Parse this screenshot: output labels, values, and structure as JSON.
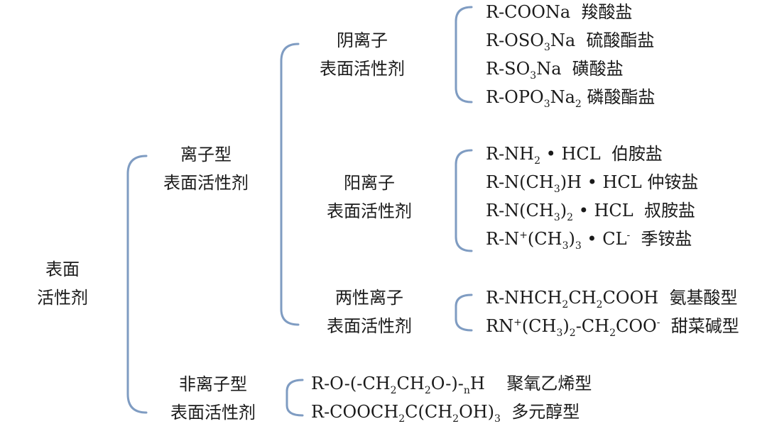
{
  "root": {
    "line1": "表面",
    "line2": "活性剂"
  },
  "ionic": {
    "line1": "离子型",
    "line2": "表面活性剂"
  },
  "nonionic": {
    "line1": "非离子型",
    "line2": "表面活性剂"
  },
  "anionic": {
    "line1": "阴离子",
    "line2": "表面活性剂"
  },
  "cationic": {
    "line1": "阳离子",
    "line2": "表面活性剂"
  },
  "amphoteric": {
    "line1": "两性离子",
    "line2": "表面活性剂"
  },
  "anionic_items": [
    {
      "formula": "R-COONa",
      "name": "羧酸盐"
    },
    {
      "formula": "R-OSO3Na",
      "name": "硫酸酯盐"
    },
    {
      "formula": "R-SO3Na",
      "name": "磺酸盐"
    },
    {
      "formula": "R-OPO3Na2",
      "name": "磷酸酯盐"
    }
  ],
  "cationic_items": [
    {
      "formula": "R-NH2 • HCL",
      "name": "伯胺盐"
    },
    {
      "formula": "R-N(CH3)H • HCL",
      "name": "仲铵盐"
    },
    {
      "formula": "R-N(CH3)2 • HCL",
      "name": "叔胺盐"
    },
    {
      "formula": "R-N+(CH3)3 • CL-",
      "name": "季铵盐"
    }
  ],
  "amphoteric_items": [
    {
      "formula": "R-NHCH2CH2COOH",
      "name": "氨基酸型"
    },
    {
      "formula": "RN+(CH3)2-CH2COO-",
      "name": "甜菜碱型"
    }
  ],
  "nonionic_items": [
    {
      "formula": "R-O-(-CH2CH2O-)-nH",
      "name": "聚氧乙烯型"
    },
    {
      "formula": "R-COOCH2C(CH2OH)3",
      "name": "多元醇型"
    }
  ],
  "colors": {
    "bracket": "#7f9cc2",
    "text": "#1a1a1a",
    "background": "#ffffff"
  }
}
